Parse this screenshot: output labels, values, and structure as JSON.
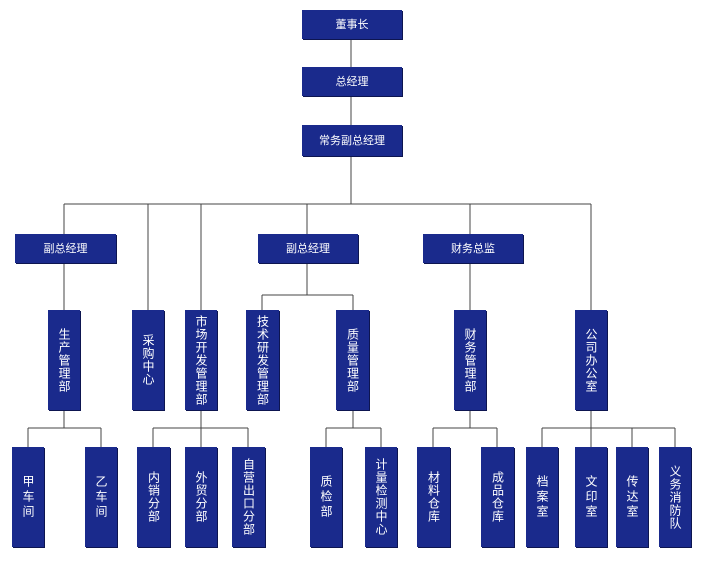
{
  "nodes": {
    "chairman": "董事长",
    "gm": "总经理",
    "exec_vp": "常务副总经理",
    "vp_left": "副总经理",
    "vp_mid": "副总经理",
    "cfo": "财务总监",
    "production": "生产管理部",
    "purchasing": "采购中心",
    "marketing": "市场开发管理部",
    "tech": "技术研发管理部",
    "quality": "质量管理部",
    "finance": "财务管理部",
    "office": "公司办公室",
    "workshop_a": "甲车间",
    "workshop_b": "乙车间",
    "domestic_sales": "内销分部",
    "foreign_trade": "外贸分部",
    "self_export": "自营出口分部",
    "inspection": "质检部",
    "metrology": "计量检测中心",
    "material_store": "材料仓库",
    "product_store": "成品仓库",
    "archives": "档案室",
    "print_room": "文印室",
    "reception": "传达室",
    "fire_brigade": "义务消防队"
  }
}
